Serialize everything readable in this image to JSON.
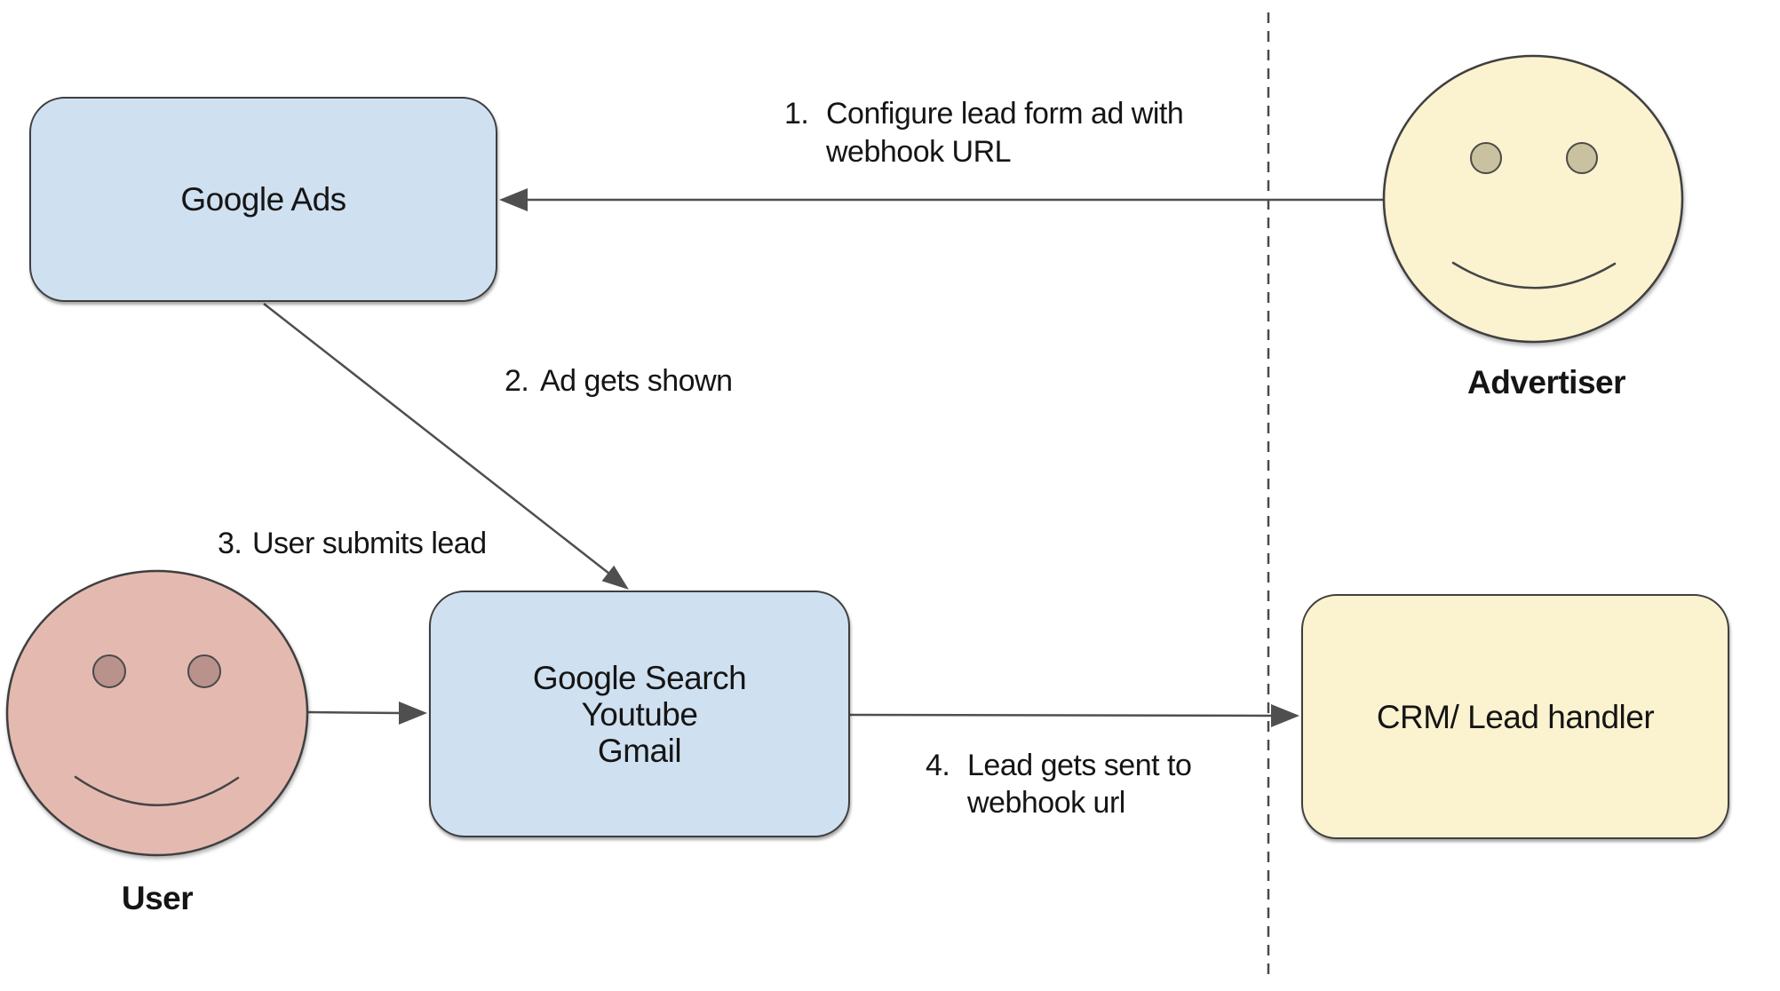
{
  "colors": {
    "background": "#ffffff",
    "blue_fill": "#cfe0f0",
    "yellow_fill": "#fbf2cf",
    "pink_fill": "#e4bab0",
    "pink_eye": "#b8928b",
    "tan_eye": "#c9c19f",
    "shape_border": "#3f3f3f",
    "line": "#4f4f4f",
    "text": "#151515"
  },
  "nodes": {
    "google_ads": {
      "label": "Google Ads"
    },
    "google_surfaces": {
      "line1": "Google Search",
      "line2": "Youtube",
      "line3": "Gmail"
    },
    "crm": {
      "label": "CRM/ Lead handler"
    }
  },
  "actors": {
    "advertiser": {
      "label": "Advertiser"
    },
    "user": {
      "label": "User"
    }
  },
  "steps": {
    "s1": {
      "num": "1.",
      "line1": "Configure lead form ad with",
      "line2": "webhook URL"
    },
    "s2": {
      "num": "2.",
      "line1": "Ad gets shown"
    },
    "s3": {
      "num": "3.",
      "line1": "User submits lead"
    },
    "s4": {
      "num": "4.",
      "line1": "Lead gets sent to",
      "line2": "webhook url"
    }
  }
}
